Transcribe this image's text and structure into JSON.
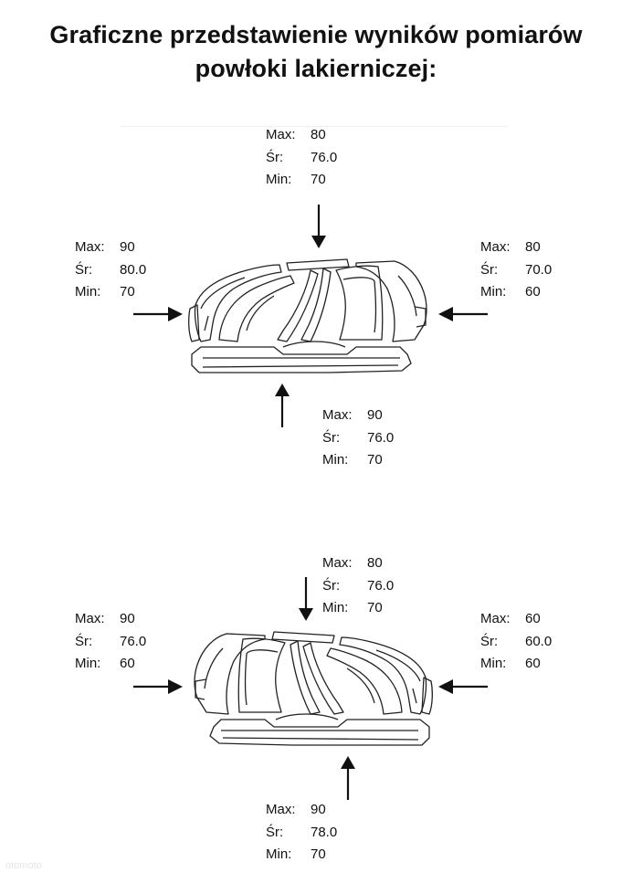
{
  "title": {
    "line1": "Graficzne przedstawienie wyników pomiarów",
    "line2": "powłoki lakierniczej:"
  },
  "labels": {
    "max": "Max:",
    "avg": "Śr:",
    "min": "Min:"
  },
  "watermark": "otomoto",
  "top_view": {
    "roof": {
      "max": "80",
      "avg": "76.0",
      "min": "70"
    },
    "front": {
      "max": "90",
      "avg": "80.0",
      "min": "70"
    },
    "rear": {
      "max": "80",
      "avg": "70.0",
      "min": "60"
    },
    "sill": {
      "max": "90",
      "avg": "76.0",
      "min": "70"
    }
  },
  "bottom_view": {
    "roof": {
      "max": "80",
      "avg": "76.0",
      "min": "70"
    },
    "rear": {
      "max": "90",
      "avg": "76.0",
      "min": "60"
    },
    "front": {
      "max": "60",
      "avg": "60.0",
      "min": "60"
    },
    "sill": {
      "max": "90",
      "avg": "78.0",
      "min": "70"
    }
  }
}
